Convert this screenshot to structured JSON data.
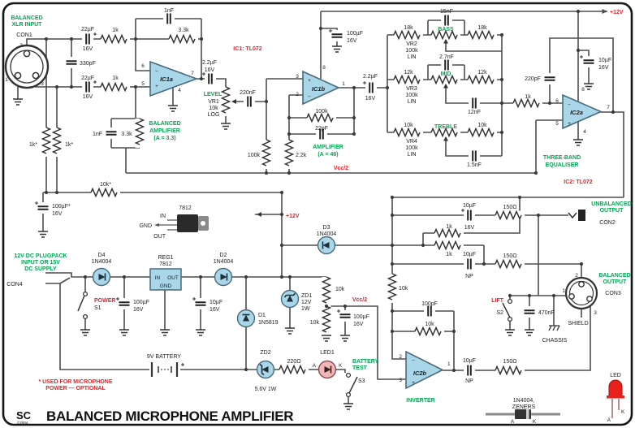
{
  "title_bar": {
    "logo": "SC",
    "logo_sub": "©2004",
    "title": "BALANCED MICROPHONE AMPLIFIER"
  },
  "colors": {
    "green": "#00a651",
    "red": "#e62129",
    "wire": "#4d4d4d",
    "component_fill": "#a9d6e8",
    "led_fill": "#f2b5b8",
    "led_red": "#e8211c"
  },
  "rails": {
    "vcc2_top": "Vcc/2",
    "vcc2_mid": "Vcc/2",
    "p12v_top": "+12V",
    "p12v_mid": "+12V"
  },
  "input": {
    "heading1": "BALANCED",
    "heading2": "XLR INPUT",
    "con": "CON1",
    "pin1": "1",
    "pin2": "2",
    "pin3": "3",
    "c_top": "22µF",
    "c_top_v": "16V",
    "r_top": "1k",
    "c_mid": "330pF",
    "c_bot": "22µF",
    "c_bot_v": "16V",
    "r_bot": "1k",
    "fb_c": "1nF",
    "fb_r": "3.3k",
    "lp_c": "1nF",
    "lp_r": "3.3k",
    "r_ph1": "1k*",
    "r_ph2": "1k*",
    "r_ph3": "10k*",
    "c_ph": "100µF*",
    "c_ph_v": "16V"
  },
  "ic1a": {
    "name": "IC1a",
    "p6": "6",
    "p5": "5",
    "p7": "7",
    "p4": "4",
    "minus": "−",
    "plus": "+",
    "tag1": "BALANCED",
    "tag2": "AMPLIFIER",
    "tag3": "(A = 3.3)"
  },
  "ic1": {
    "label": "IC1: TL072"
  },
  "level": {
    "l1": "LEVEL",
    "l2": "VR1",
    "l3": "10k",
    "l4": "LOG",
    "cap": "220nF",
    "c_out": "2.2µF",
    "c_out_v": "16V"
  },
  "ic1b": {
    "name": "IC1b",
    "p3": "3",
    "p2": "2",
    "p8": "8",
    "p1": "1",
    "plus": "+",
    "minus": "−",
    "fb_r": "100k",
    "fb_c": "22pF",
    "r_in": "100k",
    "r_gnd": "2.2k",
    "tag1": "AMPLIFIER",
    "tag2": "(A = 46)",
    "c_sup": "100µF",
    "c_sup_v": "16V",
    "c_out": "2.2µF",
    "c_out_v": "16V"
  },
  "eq": {
    "bass": {
      "c_top": "15nF",
      "r_l": "18k",
      "r_r": "18k",
      "name": "BASS",
      "vr": "VR2",
      "vr_val": "100k",
      "vr_type": "LIN"
    },
    "mid": {
      "c_top": "2.7nF",
      "r_l": "12k",
      "r_r": "12k",
      "name": "MID",
      "vr": "VR3",
      "vr_val": "100k",
      "vr_type": "LIN",
      "c_out": "12nF"
    },
    "treble": {
      "r_l": "10k",
      "r_r": "10k",
      "name": "TREBLE",
      "vr": "VR4",
      "vr_val": "100k",
      "vr_type": "LIN",
      "c_out": "1.5nF"
    },
    "r_sum": "1k",
    "c_fb": "220pF"
  },
  "ic2a": {
    "name": "IC2a",
    "p6": "6",
    "p5": "5",
    "p8": "8",
    "p7": "7",
    "p4": "4",
    "minus": "−",
    "plus": "+",
    "c_sup": "10µF",
    "c_sup_v": "16V",
    "tag1": "THREE-BAND",
    "tag2": "EQUALISER"
  },
  "ic2": {
    "label": "IC2: TL072"
  },
  "psu": {
    "heading1": "12V DC PLUGPACK",
    "heading2": "INPUT OR 15V",
    "heading3": "DC SUPPLY",
    "con": "CON4",
    "d4": "D4",
    "d4_type": "1N4004",
    "power": "POWER",
    "s1": "S1",
    "c1": "100µF",
    "c1_v": "16V",
    "reg": "REG1",
    "reg_type": "7812",
    "reg_in": "IN",
    "reg_out": "OUT",
    "reg_gnd": "GND",
    "c2": "10µF",
    "c2_v": "16V",
    "d2": "D2",
    "d2_type": "1N4004",
    "d1": "D1",
    "d1_type": "1N5819",
    "zd1": "ZD1",
    "zd1_v": "12V",
    "zd1_w": "1W",
    "r_top": "10k",
    "r_bot": "10k",
    "c3": "100µF",
    "c3_v": "16V",
    "d3": "D3",
    "d3_type": "1N4004",
    "battery": "9V BATTERY",
    "zd2": "ZD2",
    "zd2_v": "5.6V 1W",
    "r_led": "220Ω",
    "led1": "LED1",
    "led_a": "A",
    "led_k": "K",
    "bt1": "BATTERY",
    "bt2": "TEST",
    "s3": "S3"
  },
  "reg_inset": {
    "part": "7812",
    "in": "IN",
    "gnd": "GND",
    "out": "OUT"
  },
  "out": {
    "hot_c": "10µF",
    "hot_c_v": "16V",
    "hot_r": "150Ω",
    "fb1k": "1k",
    "in1k": "1k",
    "mid_c": "10µF",
    "mid_c_np": "NP",
    "mid_r": "150Ω",
    "r_bias": "10k",
    "fb_c": "100pF",
    "fb_r": "10k",
    "cold_c": "10µF",
    "cold_c_np": "NP",
    "cold_r": "150Ω",
    "unbal1": "UNBALANCED",
    "unbal2": "OUTPUT",
    "con2": "CON2",
    "bal1": "BALANCED",
    "bal2": "OUTPUT",
    "con3": "CON3",
    "pin1": "1",
    "pin2": "2",
    "pin3": "3",
    "shield": "SHIELD",
    "lift": "LIFT",
    "s2": "S2",
    "c_gnd": "470nF",
    "chassis": "CHASSIS"
  },
  "ic2b": {
    "name": "IC2b",
    "p2": "2",
    "p3": "3",
    "p1": "1",
    "minus": "−",
    "plus": "+",
    "tag": "INVERTER"
  },
  "legend": {
    "diode1": "1N4004,",
    "diode2": "ZENERS",
    "a": "A",
    "k": "K",
    "led": "LED",
    "led_a": "A",
    "led_k": "K"
  },
  "note": {
    "l1": "* USED FOR MICROPHONE",
    "l2": "POWER — OPTIONAL"
  }
}
